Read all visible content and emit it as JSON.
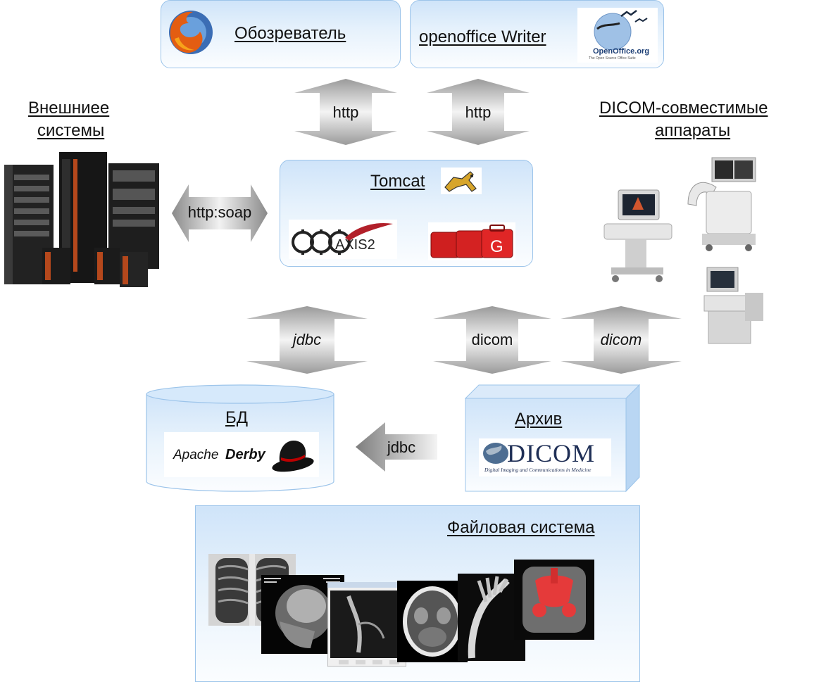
{
  "browser": {
    "label": "Обозреватель",
    "icon": "firefox-icon"
  },
  "writer": {
    "label": "openoffice Writer",
    "logo_text": "OpenOffice.org",
    "logo_sub": "The Open Source Office Suite",
    "icon": "openoffice-logo"
  },
  "external_systems": {
    "label_line1": "Внешниее",
    "label_line2": "системы",
    "icon": "server-rack-icon"
  },
  "dicom_devices": {
    "label_line1": "DICOM-совместимые",
    "label_line2": "аппараты",
    "icon": "medical-device-icon"
  },
  "tomcat": {
    "label": "Tomcat",
    "icon": "tomcat-icon",
    "axis_text": "AXIS2",
    "gwt_letter": "G"
  },
  "database": {
    "label": "БД",
    "logo_text_light": "Apache ",
    "logo_text_bold": "Derby",
    "icon": "derby-hat-icon"
  },
  "archive": {
    "label": "Архив",
    "logo_text": "DICOM",
    "logo_sub": "Digital Imaging and Communications in Medicine"
  },
  "filesystem": {
    "label": "Файловая система"
  },
  "arrows": {
    "http_left": "http",
    "http_right": "http",
    "http_soap": "http:soap",
    "jdbc_tomcat": "jdbc",
    "dicom_archive": "dicom",
    "dicom_devices": "dicom",
    "jdbc_archive_db": "jdbc"
  },
  "colors": {
    "panel_border": "#9cc4ea",
    "panel_top": "#cfe4f9",
    "arrow_dark": "#8c8c8c",
    "arrow_light": "#f2f2f2"
  }
}
